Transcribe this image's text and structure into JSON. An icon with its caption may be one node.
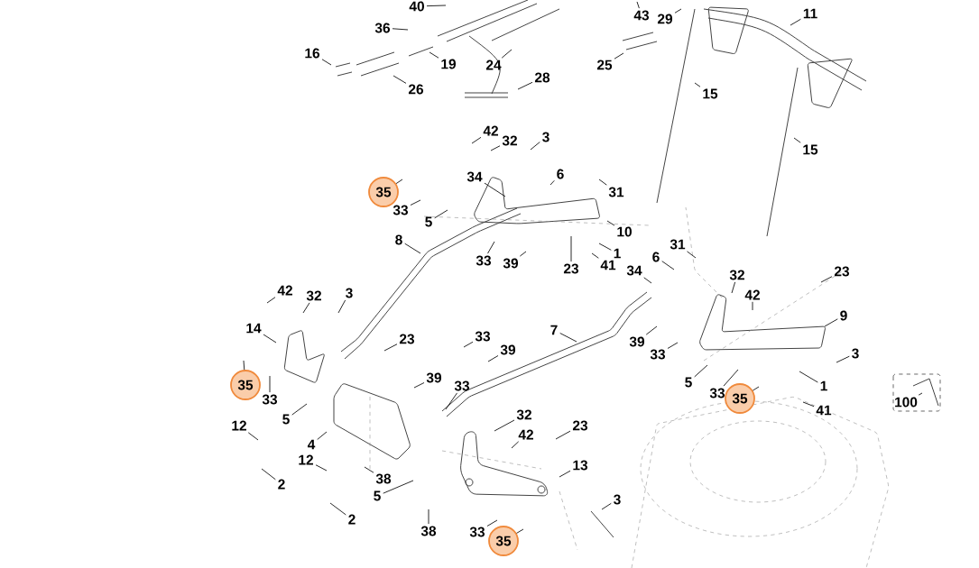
{
  "diagram": {
    "nodes": [
      {
        "text": [
          "40"
        ]
      },
      {
        "text": [
          "36"
        ]
      },
      {
        "text": [
          "16"
        ]
      },
      {
        "text": [
          "19"
        ]
      },
      {
        "text": [
          "24"
        ]
      },
      {
        "text": [
          "26"
        ]
      },
      {
        "text": [
          "28"
        ]
      },
      {
        "text": [
          "43"
        ]
      },
      {
        "text": [
          "29"
        ]
      },
      {
        "text": [
          "25"
        ]
      },
      {
        "text": [
          "11"
        ]
      },
      {
        "text": [
          "15"
        ]
      },
      {
        "text": [
          "15"
        ]
      },
      {
        "text": [
          "42"
        ]
      },
      {
        "text": [
          "32"
        ]
      },
      {
        "text": [
          "3"
        ]
      },
      {
        "text": [
          "35"
        ]
      },
      {
        "text": [
          "34"
        ]
      },
      {
        "text": [
          "6"
        ]
      },
      {
        "text": [
          "31"
        ]
      },
      {
        "text": [
          "33"
        ]
      },
      {
        "text": [
          "5"
        ]
      },
      {
        "text": [
          "10"
        ]
      },
      {
        "text": [
          "8"
        ]
      },
      {
        "text": [
          "1"
        ]
      },
      {
        "text": [
          "41"
        ]
      },
      {
        "text": [
          "33"
        ]
      },
      {
        "text": [
          "39"
        ]
      },
      {
        "text": [
          "23"
        ]
      },
      {
        "text": [
          "31"
        ]
      },
      {
        "text": [
          "6"
        ]
      },
      {
        "text": [
          "34"
        ]
      },
      {
        "text": [
          "23"
        ]
      },
      {
        "text": [
          "32"
        ]
      },
      {
        "text": [
          "42"
        ]
      },
      {
        "text": [
          "9"
        ]
      },
      {
        "text": [
          "7"
        ]
      },
      {
        "text": [
          "39"
        ]
      },
      {
        "text": [
          "33"
        ]
      },
      {
        "text": [
          "3"
        ]
      },
      {
        "text": [
          "5"
        ]
      },
      {
        "text": [
          "33"
        ]
      },
      {
        "text": [
          "35"
        ]
      },
      {
        "text": [
          "1"
        ]
      },
      {
        "text": [
          "41"
        ]
      },
      {
        "text": [
          "100"
        ]
      },
      {
        "text": [
          "42"
        ]
      },
      {
        "text": [
          "32"
        ]
      },
      {
        "text": [
          "3"
        ]
      },
      {
        "text": [
          "14"
        ]
      },
      {
        "text": [
          "35"
        ]
      },
      {
        "text": [
          "33"
        ]
      },
      {
        "text": [
          "23"
        ]
      },
      {
        "text": [
          "33"
        ]
      },
      {
        "text": [
          "39"
        ]
      },
      {
        "text": [
          "39"
        ]
      },
      {
        "text": [
          "33"
        ]
      },
      {
        "text": [
          "5"
        ]
      },
      {
        "text": [
          "12"
        ]
      },
      {
        "text": [
          "4"
        ]
      },
      {
        "text": [
          "12"
        ]
      },
      {
        "text": [
          "38"
        ]
      },
      {
        "text": [
          "2"
        ]
      },
      {
        "text": [
          "5"
        ]
      },
      {
        "text": [
          "2"
        ]
      },
      {
        "text": [
          "38"
        ]
      },
      {
        "text": [
          "32"
        ]
      },
      {
        "text": [
          "42"
        ]
      },
      {
        "text": [
          "23"
        ]
      },
      {
        "text": [
          "13"
        ]
      },
      {
        "text": [
          "3"
        ]
      },
      {
        "text": [
          "33"
        ]
      },
      {
        "text": [
          "35"
        ]
      }
    ],
    "edges": [
      {
        "from": 0,
        "to": null,
        "arrow": "none"
      },
      {
        "from": 1,
        "to": null,
        "arrow": "none"
      },
      {
        "from": 2,
        "to": null,
        "arrow": "none"
      },
      {
        "from": 3,
        "to": null,
        "arrow": "none"
      },
      {
        "from": 4,
        "to": null,
        "arrow": "none"
      },
      {
        "from": 5,
        "to": null,
        "arrow": "none"
      },
      {
        "from": 6,
        "to": null,
        "arrow": "none"
      },
      {
        "from": 7,
        "to": null,
        "arrow": "none"
      },
      {
        "from": 8,
        "to": null,
        "arrow": "none"
      },
      {
        "from": 9,
        "to": null,
        "arrow": "none"
      },
      {
        "from": 10,
        "to": null,
        "arrow": "none"
      },
      {
        "from": 11,
        "to": null,
        "arrow": "none"
      },
      {
        "from": 12,
        "to": null,
        "arrow": "none"
      },
      {
        "from": 13,
        "to": null,
        "arrow": "none"
      },
      {
        "from": 14,
        "to": null,
        "arrow": "none"
      },
      {
        "from": 15,
        "to": null,
        "arrow": "none"
      },
      {
        "from": 16,
        "to": null,
        "arrow": "none"
      },
      {
        "from": 17,
        "to": null,
        "arrow": "none"
      },
      {
        "from": 18,
        "to": null,
        "arrow": "none"
      },
      {
        "from": 19,
        "to": null,
        "arrow": "none"
      },
      {
        "from": 20,
        "to": null,
        "arrow": "none"
      },
      {
        "from": 21,
        "to": null,
        "arrow": "none"
      },
      {
        "from": 22,
        "to": null,
        "arrow": "none"
      },
      {
        "from": 23,
        "to": null,
        "arrow": "none"
      },
      {
        "from": 24,
        "to": null,
        "arrow": "none"
      },
      {
        "from": 25,
        "to": null,
        "arrow": "none"
      },
      {
        "from": 26,
        "to": null,
        "arrow": "none"
      },
      {
        "from": 27,
        "to": null,
        "arrow": "none"
      },
      {
        "from": 28,
        "to": null,
        "arrow": "none"
      },
      {
        "from": 29,
        "to": null,
        "arrow": "none"
      },
      {
        "from": 30,
        "to": null,
        "arrow": "none"
      },
      {
        "from": 31,
        "to": null,
        "arrow": "none"
      },
      {
        "from": 32,
        "to": null,
        "arrow": "none"
      },
      {
        "from": 33,
        "to": null,
        "arrow": "none"
      },
      {
        "from": 34,
        "to": null,
        "arrow": "none"
      },
      {
        "from": 35,
        "to": null,
        "arrow": "none"
      },
      {
        "from": 36,
        "to": null,
        "arrow": "none"
      },
      {
        "from": 37,
        "to": null,
        "arrow": "none"
      },
      {
        "from": 38,
        "to": null,
        "arrow": "none"
      },
      {
        "from": 39,
        "to": null,
        "arrow": "none"
      },
      {
        "from": 40,
        "to": null,
        "arrow": "none"
      },
      {
        "from": 41,
        "to": null,
        "arrow": "none"
      },
      {
        "from": 42,
        "to": null,
        "arrow": "none"
      },
      {
        "from": 43,
        "to": null,
        "arrow": "none"
      },
      {
        "from": 44,
        "to": null,
        "arrow": "none"
      },
      {
        "from": 45,
        "to": null,
        "arrow": "none"
      },
      {
        "from": 46,
        "to": null,
        "arrow": "none"
      },
      {
        "from": 47,
        "to": null,
        "arrow": "none"
      },
      {
        "from": 48,
        "to": null,
        "arrow": "none"
      },
      {
        "from": 49,
        "to": null,
        "arrow": "none"
      },
      {
        "from": 50,
        "to": null,
        "arrow": "none"
      },
      {
        "from": 51,
        "to": null,
        "arrow": "none"
      },
      {
        "from": 52,
        "to": null,
        "arrow": "none"
      },
      {
        "from": 53,
        "to": null,
        "arrow": "none"
      },
      {
        "from": 54,
        "to": null,
        "arrow": "none"
      },
      {
        "from": 55,
        "to": null,
        "arrow": "none"
      },
      {
        "from": 56,
        "to": null,
        "arrow": "none"
      },
      {
        "from": 57,
        "to": null,
        "arrow": "none"
      },
      {
        "from": 58,
        "to": null,
        "arrow": "none"
      },
      {
        "from": 59,
        "to": null,
        "arrow": "none"
      },
      {
        "from": 60,
        "to": null,
        "arrow": "none"
      },
      {
        "from": 61,
        "to": null,
        "arrow": "none"
      },
      {
        "from": 62,
        "to": null,
        "arrow": "none"
      },
      {
        "from": 63,
        "to": null,
        "arrow": "none"
      },
      {
        "from": 64,
        "to": null,
        "arrow": "none"
      },
      {
        "from": 65,
        "to": null,
        "arrow": "none"
      },
      {
        "from": 66,
        "to": null,
        "arrow": "none"
      },
      {
        "from": 67,
        "to": null,
        "arrow": "none"
      },
      {
        "from": 68,
        "to": null,
        "arrow": "none"
      },
      {
        "from": 69,
        "to": null,
        "arrow": "none"
      },
      {
        "from": 70,
        "to": null,
        "arrow": "none"
      },
      {
        "from": 71,
        "to": null,
        "arrow": "none"
      },
      {
        "from": 72,
        "to": null,
        "arrow": "none"
      }
    ]
  }
}
